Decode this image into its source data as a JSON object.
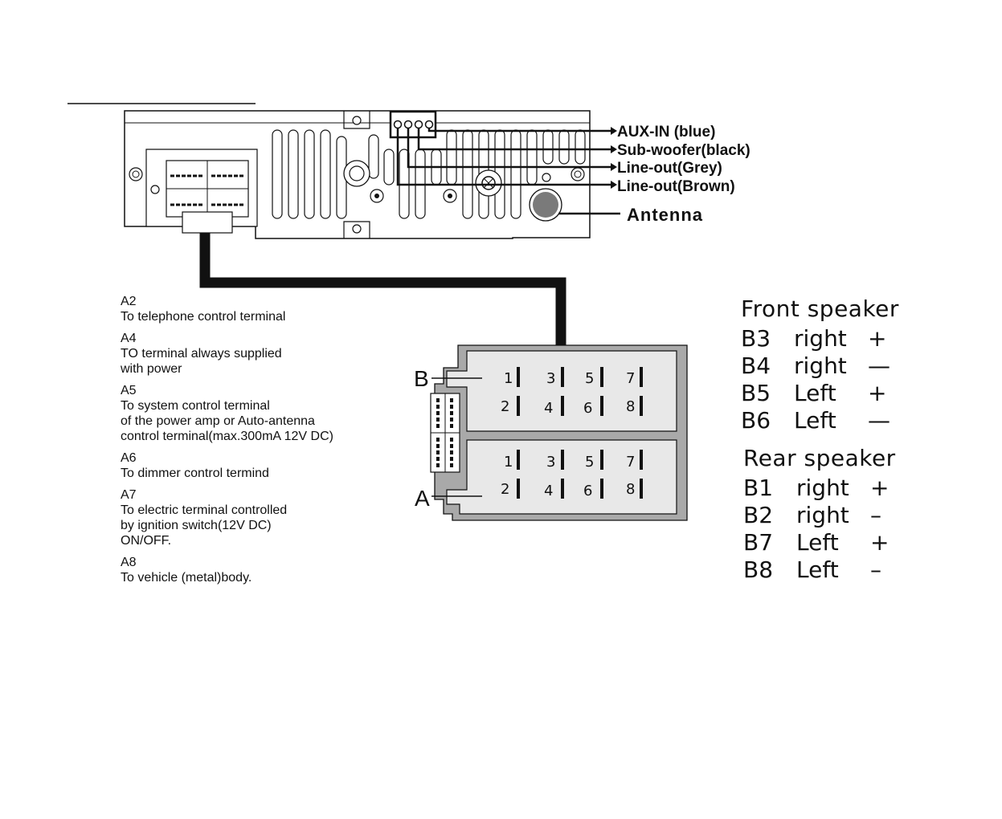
{
  "connectors": {
    "aux_in": "AUX-IN (blue)",
    "subwoofer": "Sub-woofer(black)",
    "line_out_grey": "Line-out(Grey)",
    "line_out_brown": "Line-out(Brown)",
    "antenna": "Antenna"
  },
  "plug": {
    "letter_b": "B",
    "letter_a": "A",
    "pins_top_row": [
      "1",
      "3",
      "5",
      "7"
    ],
    "pins_bottom_row": [
      "2",
      "4",
      "6",
      "8"
    ]
  },
  "notes": [
    {
      "code": "A2",
      "text": "To telephone control terminal"
    },
    {
      "code": "A4",
      "text": "TO terminal always supplied\nwith power"
    },
    {
      "code": "A5",
      "text": "To system control terminal\nof the power amp or Auto-antenna\ncontrol  terminal(max.300mA 12V DC)"
    },
    {
      "code": "A6",
      "text": "To dimmer control termind"
    },
    {
      "code": "A7",
      "text": "To electric terminal controlled\nby ignition switch(12V DC)\nON/OFF."
    },
    {
      "code": "A8",
      "text": "To vehicle (metal)body."
    }
  ],
  "front_speaker": {
    "title": "Front speaker",
    "rows": [
      {
        "code": "B3",
        "side": "right",
        "sign": "+"
      },
      {
        "code": "B4",
        "side": "right",
        "sign": "—"
      },
      {
        "code": "B5",
        "side": "Left",
        "sign": "+"
      },
      {
        "code": "B6",
        "side": "Left",
        "sign": "—"
      }
    ]
  },
  "rear_speaker": {
    "title": "Rear speaker",
    "rows": [
      {
        "code": "B1",
        "side": "right",
        "sign": "+"
      },
      {
        "code": "B2",
        "side": "right",
        "sign": "–"
      },
      {
        "code": "B7",
        "side": "Left",
        "sign": "+"
      },
      {
        "code": "B8",
        "side": "Left",
        "sign": "–"
      }
    ]
  }
}
